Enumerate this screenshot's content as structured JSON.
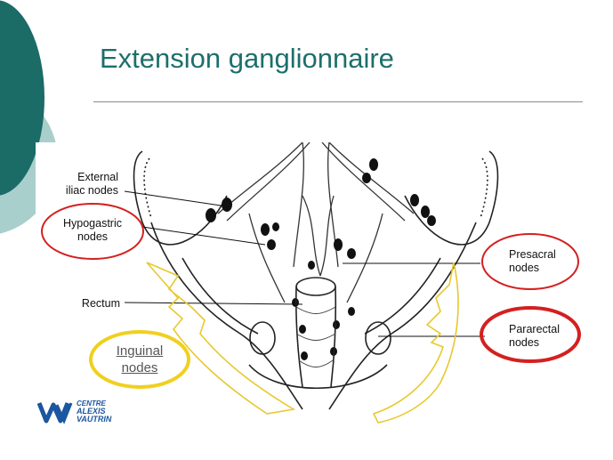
{
  "slide": {
    "title": "Extension ganglionnaire"
  },
  "figure": {
    "labels": {
      "external_iliac": "External\niliac nodes",
      "hypogastric": "Hypogastric\nnodes",
      "rectum": "Rectum",
      "presacral": "Presacral\nnodes",
      "pararectal": "Pararectal\nnodes",
      "inguinal": "Inguinal\nnodes"
    },
    "colors": {
      "circle_red": "#d42020",
      "circle_yellow": "#f0d020",
      "outline_yellow": "#e8c830"
    }
  },
  "logo": {
    "line1": "CENTRE",
    "line2": "ALEXIS",
    "line3": "VAUTRIN"
  }
}
